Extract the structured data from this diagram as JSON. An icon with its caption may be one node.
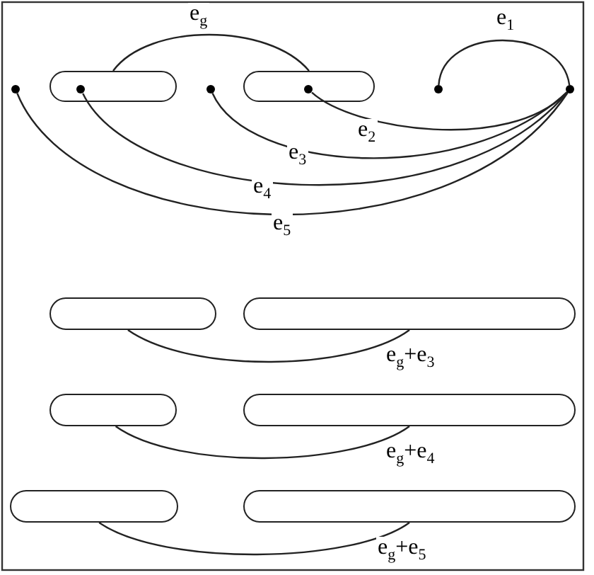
{
  "diagram": {
    "nodes": [
      {
        "text": [],
        "shape": "circle"
      },
      {
        "text": [],
        "shape": "box"
      },
      {
        "text": [],
        "shape": "circle",
        "in": 1
      },
      {
        "text": [],
        "shape": "circle"
      },
      {
        "text": [],
        "shape": "box"
      },
      {
        "text": [],
        "shape": "circle",
        "in": 4
      },
      {
        "text": [],
        "shape": "circle"
      },
      {
        "text": [],
        "shape": "circle"
      },
      {
        "text": [],
        "shape": "box"
      },
      {
        "text": [],
        "shape": "box"
      },
      {
        "text": [],
        "shape": "box"
      },
      {
        "text": [],
        "shape": "box"
      },
      {
        "text": [],
        "shape": "box"
      },
      {
        "text": [],
        "shape": "box"
      }
    ],
    "edges": [
      {
        "from": 1,
        "to": 4,
        "arrow": "none",
        "label": "e$_{g}$"
      },
      {
        "from": 6,
        "to": 7,
        "arrow": "none",
        "label": "e$_{1}$"
      },
      {
        "from": 5,
        "to": 7,
        "arrow": "none",
        "label": "e$_{2}$"
      },
      {
        "from": 3,
        "to": 7,
        "arrow": "none",
        "label": "e$_{3}$"
      },
      {
        "from": 2,
        "to": 7,
        "arrow": "none",
        "label": "e$_{4}$"
      },
      {
        "from": 0,
        "to": 7,
        "arrow": "none",
        "label": "e$_{5}$"
      },
      {
        "from": 8,
        "to": 9,
        "arrow": "none",
        "label": "e$_{g}$+e$_{3}$"
      },
      {
        "from": 10,
        "to": 11,
        "arrow": "none",
        "label": "e$_{g}$+e$_{4}$"
      },
      {
        "from": 12,
        "to": 13,
        "arrow": "none",
        "label": "e$_{g}$+e$_{5}$"
      }
    ]
  }
}
